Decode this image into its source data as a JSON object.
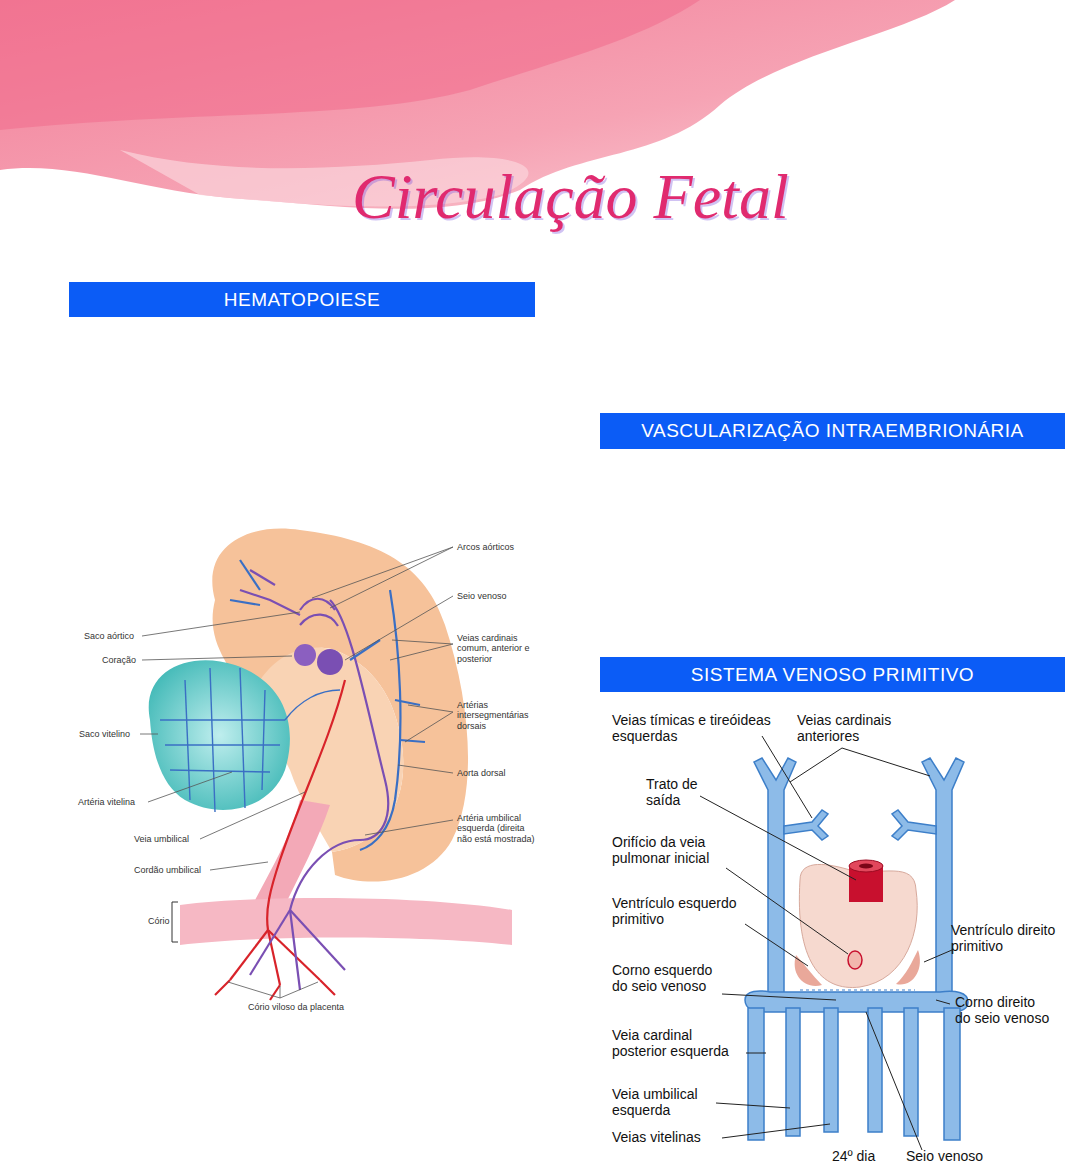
{
  "diagram": {
    "title": "Circulação Fetal",
    "nodes": [
      {
        "text": [
          "HEMATOPOIESE"
        ]
      },
      {
        "text": [
          "VASCULARIZAÇÃO INTRAEMBRIONÁRIA"
        ]
      },
      {
        "text": [
          "SISTEMA VENOSO PRIMITIVO"
        ]
      }
    ],
    "labels": [
      "Arcos aórticos",
      "Seio venoso",
      "Veias cardinais comum, anterior e posterior",
      "Saco aórtico",
      "Coração",
      "Artérias intersegmentárias dorsais",
      "Saco vitelino",
      "Aorta dorsal",
      "Artéria vitelina",
      "Artéria umbilical esquerda (direita não está mostrada)",
      "Veia umbilical",
      "Cordão umbilical",
      "Cório",
      "Cório viloso da placenta",
      "Veias tímicas e tireóideas esquerdas",
      "Veias cardinais anteriores",
      "Trato de saída",
      "Orifício da veia pulmonar inicial",
      "Ventrículo esquerdo primitivo",
      "Ventrículo direito primitivo",
      "Corno esquerdo do seio venoso",
      "Corno direito do seio venoso",
      "Veia cardinal posterior esquerda",
      "Veia umbilical esquerda",
      "Veias vitelinas",
      "24º dia",
      "Seio venoso"
    ]
  }
}
